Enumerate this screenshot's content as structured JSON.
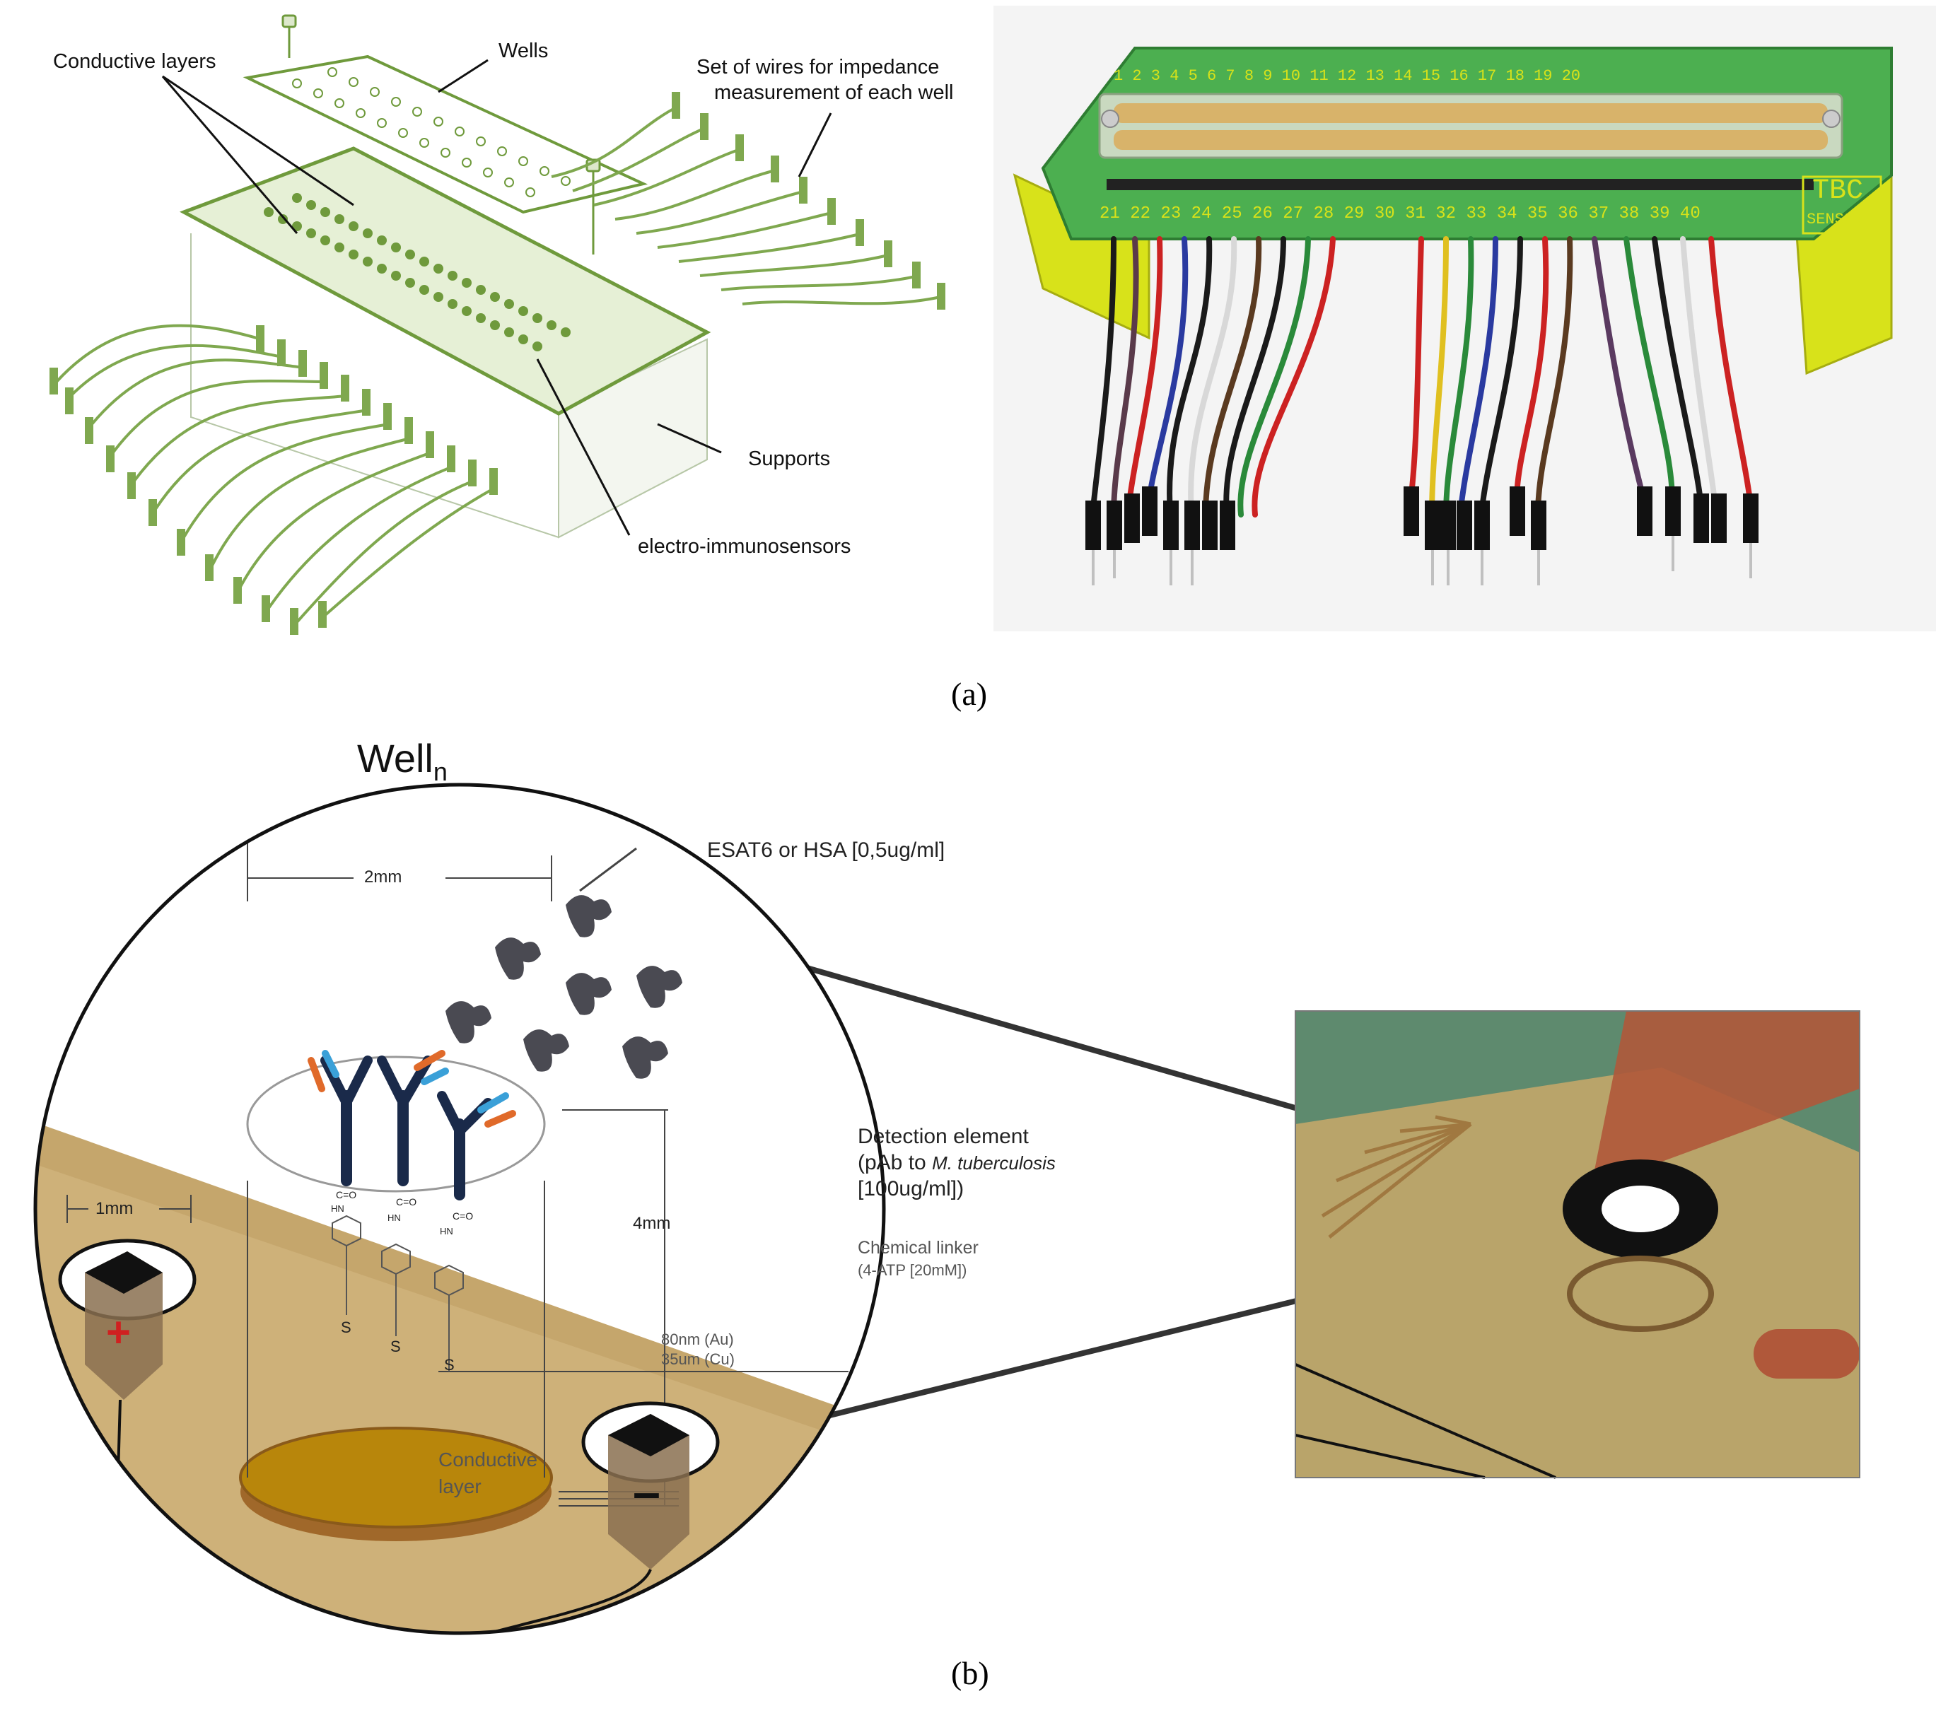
{
  "panel_a": {
    "caption": "(a)",
    "diagram_labels": {
      "conductive_layers": "Conductive layers",
      "wells": "Wells",
      "wires_line1": "Set of wires for impedance",
      "wires_line2": "measurement of each well",
      "supports": "Supports",
      "electro_immunosensors": "electro-immunosensors"
    },
    "photo": {
      "board_text_line1": "TBC",
      "board_text_line2": "SENSOR",
      "wire_colors": [
        "#1a1a1a",
        "#5a3a4a",
        "#cc2222",
        "#2a3aa0",
        "#1a1a1a",
        "#d8d8d8",
        "#5a3a20",
        "#1a1a1a",
        "#2a8a3a",
        "#cc2222",
        "#cc2222",
        "#e0c020",
        "#2a8a3a",
        "#2a3aa0",
        "#1a1a1a",
        "#cc2222",
        "#5a3a20",
        "#5a3a60",
        "#2a8a3a",
        "#1a1a1a",
        "#d8d8d8",
        "#cc2222"
      ],
      "accent_board": "#4caf50",
      "accent_support": "#d8e21a"
    }
  },
  "panel_b": {
    "caption": "(b)",
    "title_main": "Well",
    "title_sub": "n",
    "labels": {
      "analyte": "ESAT6 or HSA [0,5ug/ml]",
      "width_2mm": "2mm",
      "width_1mm": "1mm",
      "height_4mm": "4mm",
      "detection_line1": "Detection element",
      "detection_line2_prefix": "(pAb to ",
      "detection_line2_italic": "M. tuberculosis",
      "detection_line3": "[100ug/ml])",
      "linker_line1": "Chemical linker",
      "linker_line2": "(4-ATP [20mM])",
      "gold": "80nm (Au)",
      "copper": "35um (Cu)",
      "conductive_line1": "Conductive",
      "conductive_line2": "layer",
      "co": "C=O",
      "hn": "HN",
      "s": "S",
      "plus": "+",
      "minus": "–"
    },
    "colors": {
      "substrate": "#c9a86a",
      "electrode": "#b8860b",
      "antibody_dark": "#1a2a4a",
      "antibody_orange": "#e06a2a",
      "antibody_blue": "#3aa0d8",
      "antigen": "#4a4a52",
      "zoom_bg": "#5e8a6e"
    }
  }
}
